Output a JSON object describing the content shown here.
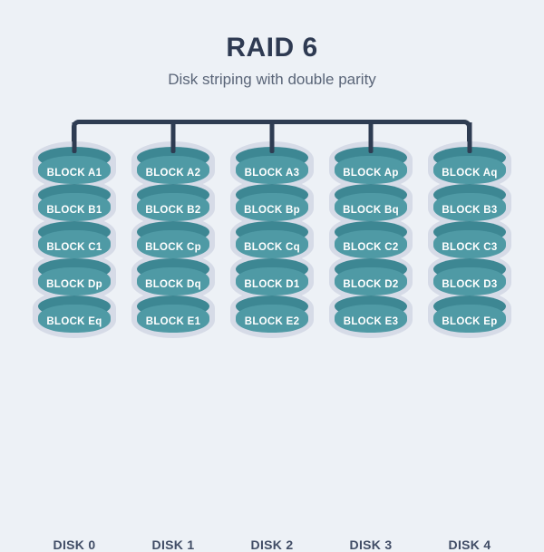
{
  "title": "RAID 6",
  "subtitle": "Disk striping with double parity",
  "colors": {
    "background": "#EDF1F6",
    "title": "#2E3A52",
    "subtitle": "#5A6578",
    "connector": "#2E3C52",
    "disk_body": "#4F9AA5",
    "disk_top": "#3D8793",
    "disk_outline": "#D6DBE7",
    "block_text": "#FFFFFF",
    "disk_label": "#414D66"
  },
  "disks": [
    {
      "label": "DISK 0",
      "blocks": [
        "BLOCK A1",
        "BLOCK B1",
        "BLOCK C1",
        "BLOCK Dp",
        "BLOCK Eq"
      ]
    },
    {
      "label": "DISK 1",
      "blocks": [
        "BLOCK A2",
        "BLOCK B2",
        "BLOCK Cp",
        "BLOCK Dq",
        "BLOCK E1"
      ]
    },
    {
      "label": "DISK 2",
      "blocks": [
        "BLOCK A3",
        "BLOCK Bp",
        "BLOCK Cq",
        "BLOCK D1",
        "BLOCK E2"
      ]
    },
    {
      "label": "DISK 3",
      "blocks": [
        "BLOCK Ap",
        "BLOCK Bq",
        "BLOCK C2",
        "BLOCK D2",
        "BLOCK E3"
      ]
    },
    {
      "label": "DISK 4",
      "blocks": [
        "BLOCK Aq",
        "BLOCK B3",
        "BLOCK C3",
        "BLOCK D3",
        "BLOCK Ep"
      ]
    }
  ]
}
